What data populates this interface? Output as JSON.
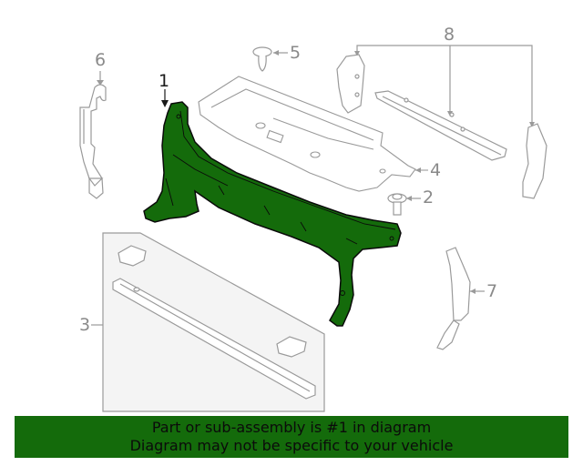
{
  "diagram": {
    "title": "Radiator Support Assembly Diagram",
    "highlight_color": "#146b0b",
    "line_color": "#9a9a9a",
    "callouts": [
      {
        "number": "1",
        "part": "radiator-support",
        "highlighted": true
      },
      {
        "number": "2",
        "part": "bolt"
      },
      {
        "number": "3",
        "part": "support-kit"
      },
      {
        "number": "4",
        "part": "upper-shield"
      },
      {
        "number": "5",
        "part": "retainer-clip"
      },
      {
        "number": "6",
        "part": "left-air-deflector"
      },
      {
        "number": "7",
        "part": "right-air-deflector"
      },
      {
        "number": "8",
        "part": "air-deflector-set"
      }
    ]
  },
  "banner": {
    "line1": "Part or sub-assembly is #1 in diagram",
    "line2": "Diagram may not be specific to your vehicle",
    "background": "#146b0b"
  }
}
